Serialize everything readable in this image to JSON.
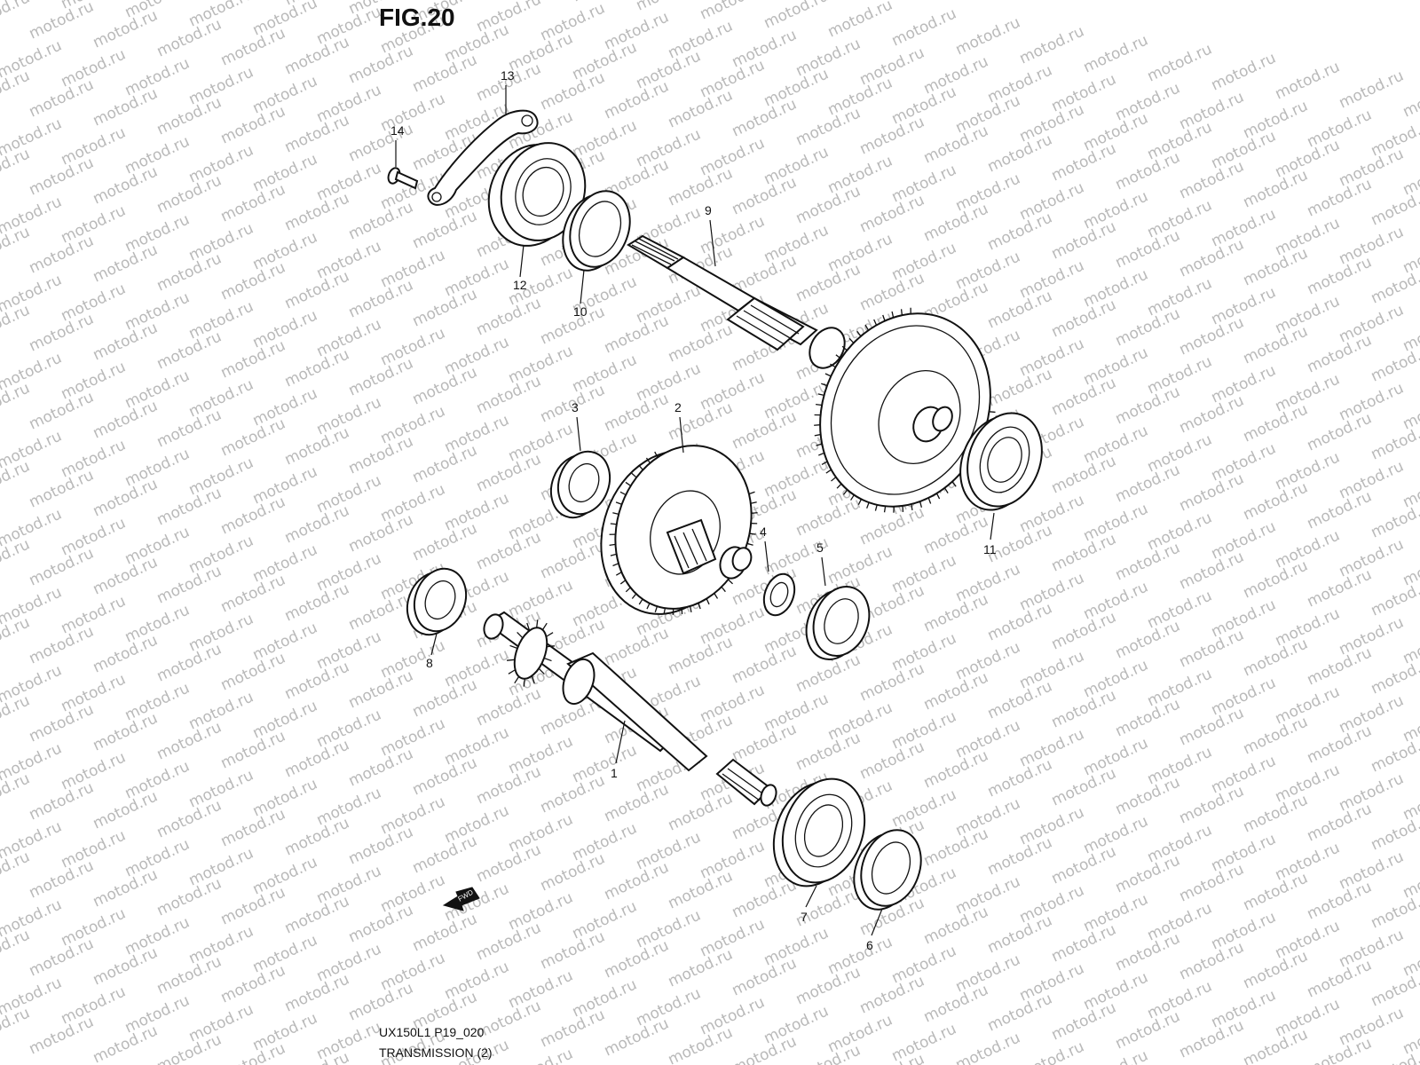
{
  "figure": {
    "title": "FIG.20",
    "code": "UX150L1 P19_020",
    "name": "TRANSMISSION (2)"
  },
  "watermark": "motod.ru",
  "fwd_label": "FWD",
  "callouts": [
    "1",
    "2",
    "3",
    "4",
    "5",
    "6",
    "7",
    "8",
    "9",
    "10",
    "11",
    "12",
    "13",
    "14"
  ]
}
